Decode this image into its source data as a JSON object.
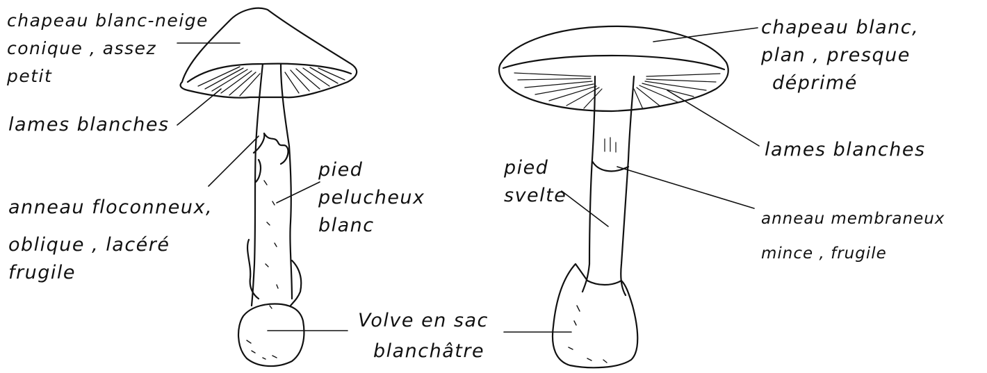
{
  "left_specimen": {
    "cap": {
      "lines": [
        "chapeau blanc-neige",
        "conique , assez",
        "petit"
      ]
    },
    "gills": "lames blanches",
    "ring": {
      "lines": [
        "anneau floconneux,",
        "oblique , lacéré",
        "frugile"
      ]
    },
    "stem": {
      "lines": [
        "pied",
        "pelucheux",
        "blanc"
      ]
    }
  },
  "right_specimen": {
    "cap": {
      "lines": [
        "chapeau blanc,",
        "plan , presque",
        "déprimé"
      ]
    },
    "gills": "lames blanches",
    "stem": {
      "lines": [
        "pied",
        "svelte"
      ]
    },
    "ring": {
      "lines": [
        "anneau membraneux",
        "mince , frugile"
      ]
    }
  },
  "volva": {
    "lines": [
      "Volve en sac",
      "blanchâtre"
    ]
  },
  "ink_color": "#111111",
  "paper_color": "#ffffff"
}
